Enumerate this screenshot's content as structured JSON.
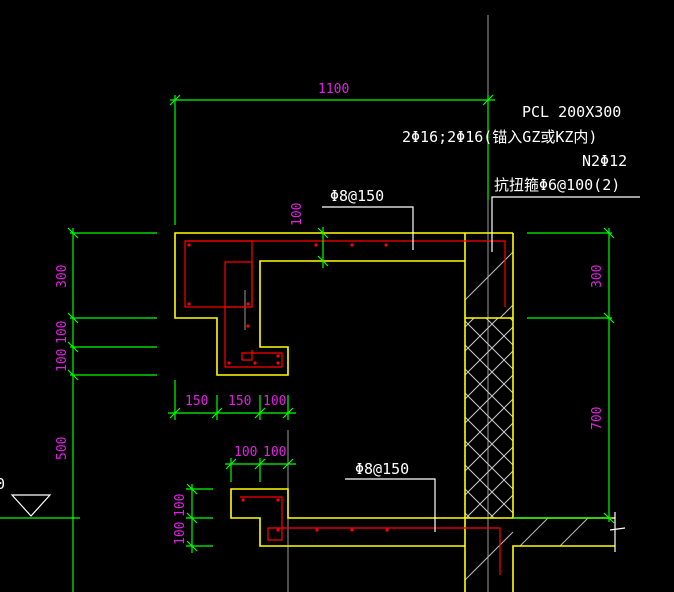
{
  "colors": {
    "background": "#000000",
    "dimension": "#00ff00",
    "outline": "#ffff00",
    "rebar": "#ff0000",
    "text": "#ffffff",
    "dim_text": "#ff00ff"
  },
  "labels": {
    "beam_title": "PCL 200X300",
    "beam_main_bars": "2Φ16;2Φ16(锚入GZ或KZ内)",
    "beam_side_bars": "N2Φ12",
    "beam_stirrup": "抗扭箍Φ6@100(2)",
    "slab_bar_upper": "Φ8@150",
    "slab_bar_lower": "Φ8@150",
    "level_mark": "0"
  },
  "dimensions": {
    "top_span": "1100",
    "upper_slab_thickness": "100",
    "left": [
      "300",
      "100",
      "100",
      "500"
    ],
    "right": [
      "300",
      "700"
    ],
    "upper_bottom": [
      "150",
      "150",
      "100"
    ],
    "lower_top": [
      "100",
      "100"
    ],
    "lower_left": [
      "100",
      "100"
    ]
  }
}
